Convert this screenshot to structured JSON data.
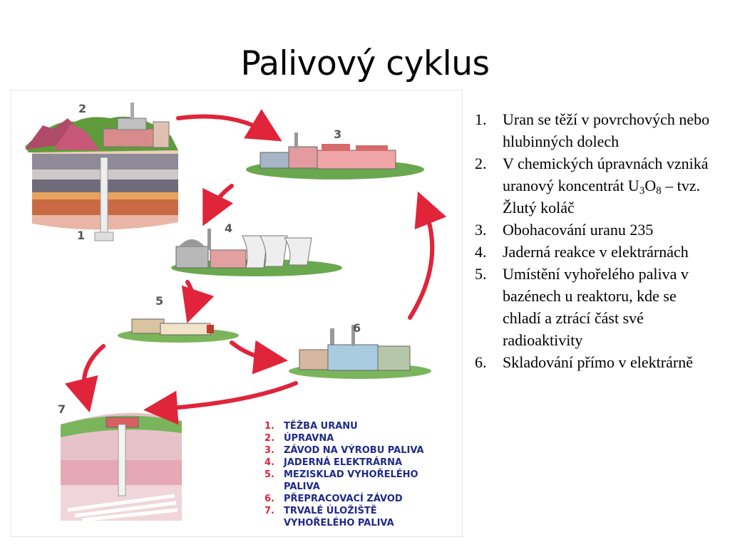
{
  "slide": {
    "title": "Palivový cyklus"
  },
  "diagram": {
    "stage_numbers": [
      "1",
      "2",
      "3",
      "4",
      "5",
      "6",
      "7"
    ],
    "legend": [
      {
        "num": "1.",
        "label": "TĚŽBA URANU"
      },
      {
        "num": "2.",
        "label": "ÚPRAVNA"
      },
      {
        "num": "3.",
        "label": "ZÁVOD NA VÝROBU PALIVA"
      },
      {
        "num": "4.",
        "label": "JADERNÁ ELEKTRÁRNA"
      },
      {
        "num": "5.",
        "label": "MEZISKLAD VYHOŘELÉHO"
      },
      {
        "num": "",
        "label": "PALIVA"
      },
      {
        "num": "6.",
        "label": "PŘEPRACOVACÍ ZÁVOD"
      },
      {
        "num": "7.",
        "label": "TRVALÉ ÚLOŽIŠTĚ"
      },
      {
        "num": "",
        "label": "VYHOŘELÉHO PALIVA"
      }
    ],
    "colors": {
      "arrow": "#e0243a",
      "legend_num": "#d7263d",
      "legend_text": "#1f2a8a"
    }
  },
  "list": [
    {
      "num": "1.",
      "text": "Uran se těží v povrchových nebo hlubinných dolech"
    },
    {
      "num": "2.",
      "text_before": "V chemických úpravnách vzniká uranový koncentrát U",
      "sub1": "3",
      "text_mid": "O",
      "sub2": "8",
      "text_after": " – tvz. Žlutý koláč"
    },
    {
      "num": "3.",
      "text": "Obohacování uranu 235"
    },
    {
      "num": "4.",
      "text": "Jaderná reakce v elektrárnách"
    },
    {
      "num": "5.",
      "text": "Umístění vyhořelého paliva v bazénech u reaktoru, kde se chladí a ztrácí část své radioaktivity"
    },
    {
      "num": "6.",
      "text": "Skladování přímo v elektrárně"
    }
  ]
}
